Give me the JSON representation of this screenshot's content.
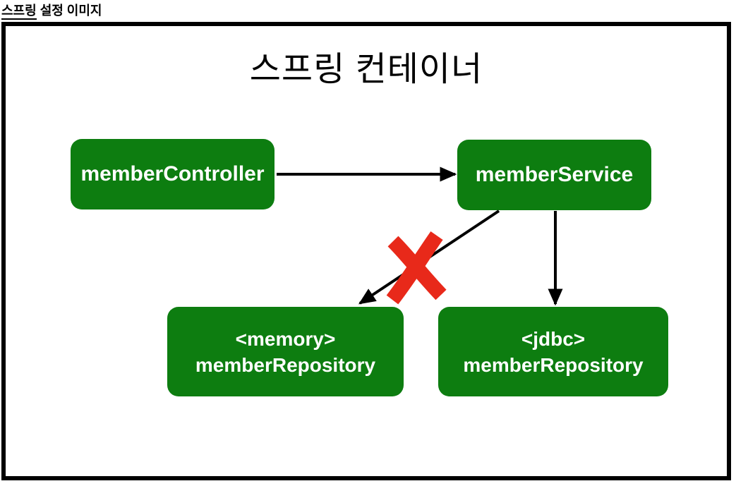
{
  "page": {
    "heading": {
      "underlined": "스프링",
      "rest": " 설정 이미지"
    }
  },
  "diagram": {
    "title": "스프링 컨테이너",
    "nodes": [
      {
        "id": "memberController",
        "label": "memberController"
      },
      {
        "id": "memberService",
        "label": "memberService"
      },
      {
        "id": "memoryMemberRepository",
        "line1": "<memory>",
        "line2": "memberRepository"
      },
      {
        "id": "jdbcMemberRepository",
        "line1": "<jdbc>",
        "line2": "memberRepository"
      }
    ],
    "edges": [
      {
        "from": "memberController",
        "to": "memberService",
        "style": "arrow"
      },
      {
        "from": "memberService",
        "to": "memoryMemberRepository",
        "style": "arrow-crossed-out"
      },
      {
        "from": "memberService",
        "to": "jdbcMemberRepository",
        "style": "arrow"
      }
    ],
    "colors": {
      "node_fill": "#0d7d10",
      "node_text": "#ffffff",
      "arrow": "#000000",
      "cross_mark": "#e8291a",
      "container_border": "#000000"
    }
  }
}
